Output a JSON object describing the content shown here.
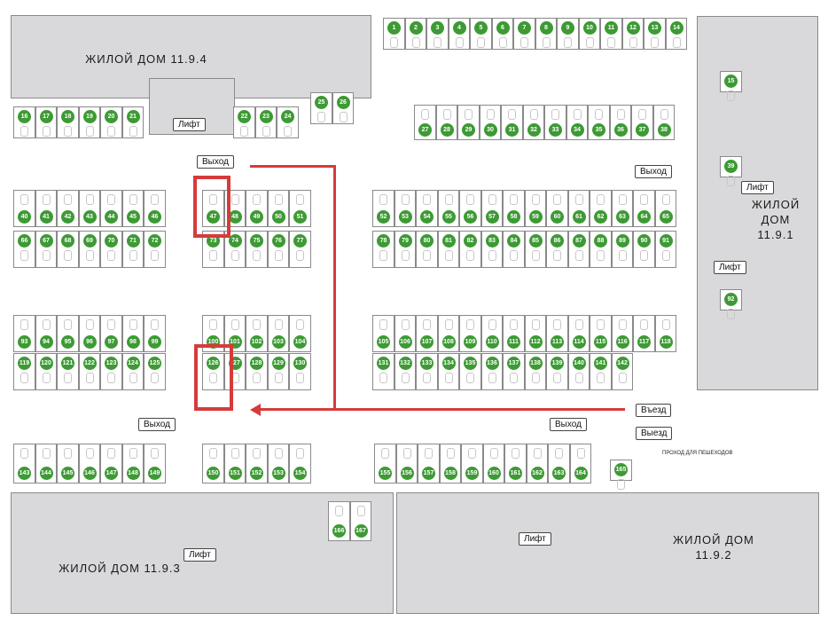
{
  "buildings": [
    {
      "name": "ЖИЛОЙ ДОМ 11.9.4",
      "lines": [
        "ЖИЛОЙ ДОМ 11.9.4"
      ]
    },
    {
      "name": "ЖИЛОЙ ДОМ 11.9.1",
      "lines": [
        "ЖИЛОЙ",
        "ДОМ",
        "11.9.1"
      ]
    },
    {
      "name": "ЖИЛОЙ ДОМ 11.9.3",
      "lines": [
        "ЖИЛОЙ ДОМ 11.9.3"
      ]
    },
    {
      "name": "ЖИЛОЙ ДОМ 11.9.2",
      "lines": [
        "ЖИЛОЙ ДОМ",
        "11.9.2"
      ]
    }
  ],
  "labels": {
    "lift": "Лифт",
    "exit": "Выход",
    "entry": "Въезд",
    "car_exit": "Выезд",
    "pedestrian": "ПРОХОД ДЛЯ ПЕШЕХОДОВ"
  },
  "highlighted_spots": [
    47,
    126
  ],
  "spot_rows": [
    {
      "from": 1,
      "to": 14
    },
    {
      "from": 16,
      "to": 21
    },
    {
      "from": 22,
      "to": 24
    },
    {
      "from": 25,
      "to": 26
    },
    {
      "from": 27,
      "to": 38
    },
    {
      "from": 40,
      "to": 46
    },
    {
      "from": 47,
      "to": 51
    },
    {
      "from": 52,
      "to": 65
    },
    {
      "from": 66,
      "to": 72
    },
    {
      "from": 73,
      "to": 77
    },
    {
      "from": 78,
      "to": 91
    },
    {
      "from": 93,
      "to": 99
    },
    {
      "from": 100,
      "to": 104
    },
    {
      "from": 105,
      "to": 118
    },
    {
      "from": 119,
      "to": 125
    },
    {
      "from": 126,
      "to": 130
    },
    {
      "from": 131,
      "to": 142
    },
    {
      "from": 143,
      "to": 149
    },
    {
      "from": 150,
      "to": 154
    },
    {
      "from": 155,
      "to": 164
    },
    {
      "from": 166,
      "to": 167
    }
  ],
  "single_spots": [
    15,
    39,
    92,
    165
  ],
  "colors": {
    "spot": "#3d9a34",
    "route": "#d63b3b",
    "building": "#d9d9db"
  }
}
